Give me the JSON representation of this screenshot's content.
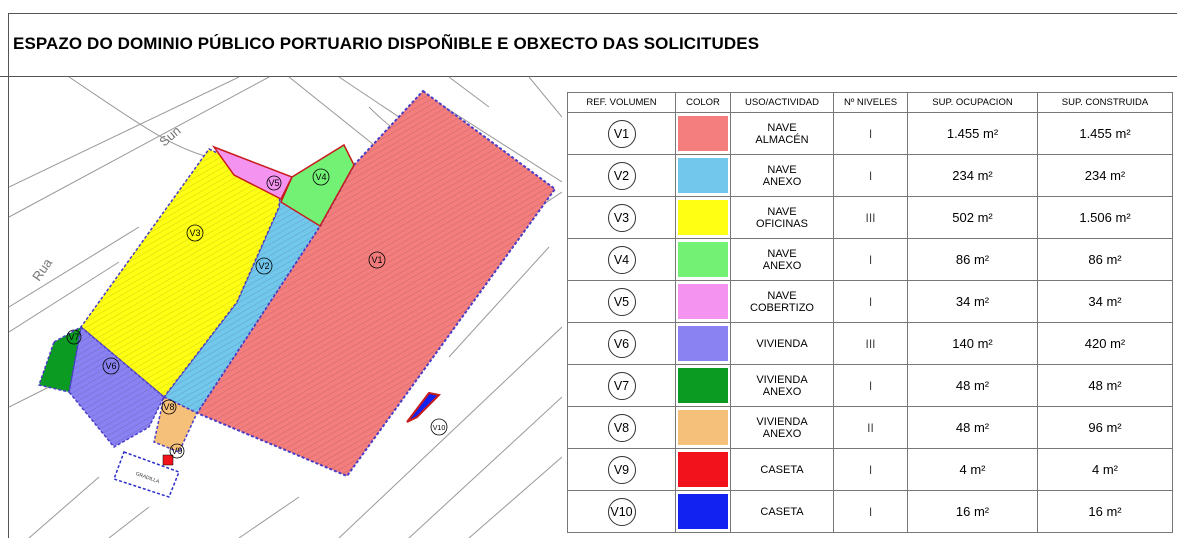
{
  "title": "ESPAZO DO DOMINIO PÚBLICO PORTUARIO DISPOÑIBLE E OBXECTO DAS SOLICITUDES",
  "map": {
    "street_labels": [
      "Rua",
      "Sun"
    ],
    "volume_labels": [
      "V1",
      "V2",
      "V3",
      "V4",
      "V5",
      "V6",
      "V7",
      "V8",
      "V9",
      "V10"
    ],
    "small_label": "GRADILLA"
  },
  "table": {
    "headers": [
      "REF. VOLUMEN",
      "COLOR",
      "USO/ACTIVIDAD",
      "Nº NIVELES",
      "SUP. OCUPACION",
      "SUP. CONSTRUIDA"
    ],
    "rows": [
      {
        "ref": "V1",
        "color": "#f47e7e",
        "uso": [
          "NAVE",
          "ALMACÉN"
        ],
        "niveles": "I",
        "ocupacion": "1.455 m²",
        "construida": "1.455 m²"
      },
      {
        "ref": "V2",
        "color": "#72c7ec",
        "uso": [
          "NAVE",
          "ANEXO"
        ],
        "niveles": "I",
        "ocupacion": "234 m²",
        "construida": "234 m²"
      },
      {
        "ref": "V3",
        "color": "#ffff14",
        "uso": [
          "NAVE",
          "OFICINAS"
        ],
        "niveles": "III",
        "ocupacion": "502 m²",
        "construida": "1.506 m²"
      },
      {
        "ref": "V4",
        "color": "#73f175",
        "uso": [
          "NAVE",
          "ANEXO"
        ],
        "niveles": "I",
        "ocupacion": "86 m²",
        "construida": "86 m²"
      },
      {
        "ref": "V5",
        "color": "#f493f0",
        "uso": [
          "NAVE",
          "COBERTIZO"
        ],
        "niveles": "I",
        "ocupacion": "34 m²",
        "construida": "34 m²"
      },
      {
        "ref": "V6",
        "color": "#8a82f2",
        "uso": [
          "VIVIENDA"
        ],
        "niveles": "III",
        "ocupacion": "140 m²",
        "construida": "420 m²"
      },
      {
        "ref": "V7",
        "color": "#0c9b22",
        "uso": [
          "VIVIENDA",
          "ANEXO"
        ],
        "niveles": "I",
        "ocupacion": "48 m²",
        "construida": "48 m²"
      },
      {
        "ref": "V8",
        "color": "#f5c07a",
        "uso": [
          "VIVIENDA",
          "ANEXO"
        ],
        "niveles": "II",
        "ocupacion": "48 m²",
        "construida": "96 m²"
      },
      {
        "ref": "V9",
        "color": "#f2121c",
        "uso": [
          "CASETA"
        ],
        "niveles": "I",
        "ocupacion": "4 m²",
        "construida": "4 m²"
      },
      {
        "ref": "V10",
        "color": "#1222f0",
        "uso": [
          "CASETA"
        ],
        "niveles": "I",
        "ocupacion": "16 m²",
        "construida": "16 m²"
      }
    ]
  }
}
